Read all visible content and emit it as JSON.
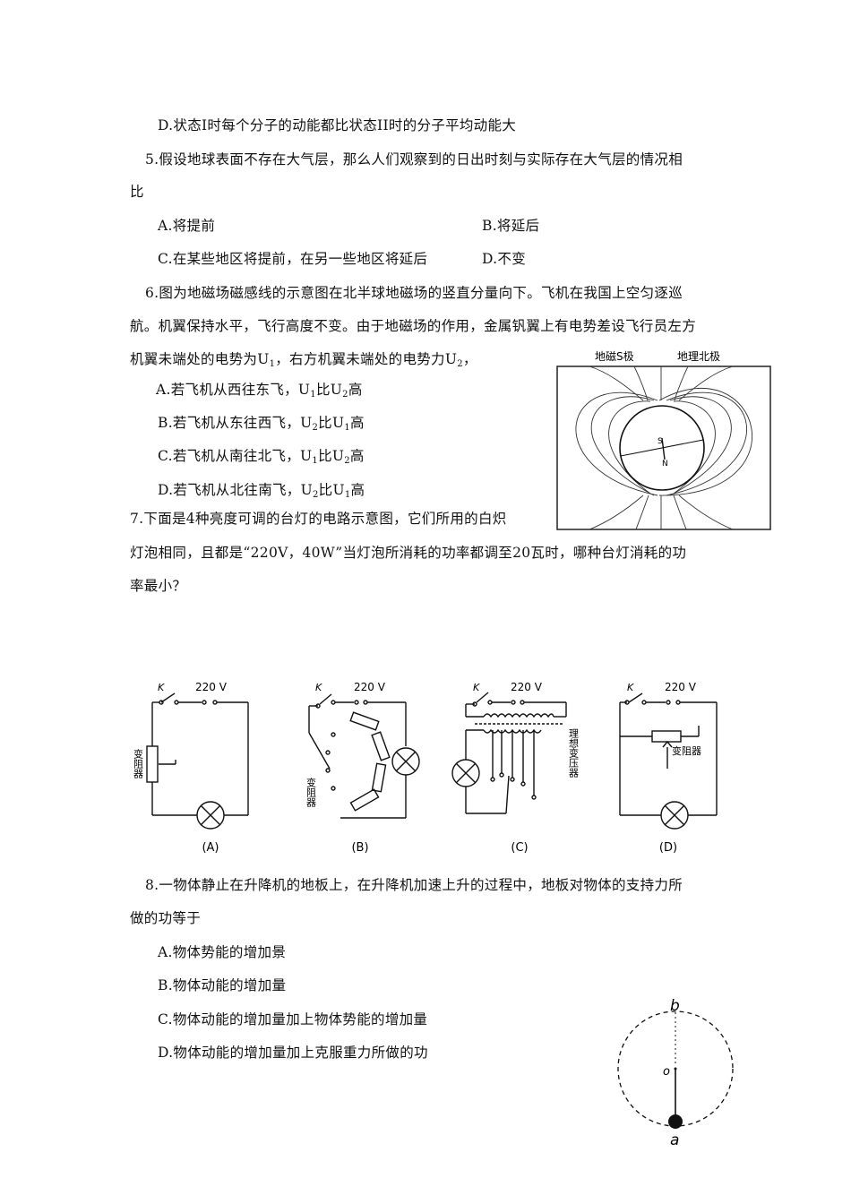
{
  "q4": {
    "optD": "D.状态I时每个分子的动能都比状态II时的分子平均动能大"
  },
  "q5": {
    "stem1": "5.假设地球表面不存在大气层，那么人们观察到的日出时刻与实际存在大气层的情况相",
    "stem2": "比",
    "optA": "A.将提前",
    "optB": "B.将延后",
    "optC": "C.在某些地区将提前，在另一些地区将延后",
    "optD": "D.不变"
  },
  "q6": {
    "stem1": "6.图为地磁场磁感线的示意图在北半球地磁场的竖直分量向下。飞机在我国上空匀逐巡",
    "stem2": "航。机翼保持水平，飞行高度不变。由于地磁场的作用，金属钒翼上有电势差设飞行员左方",
    "stem3a": "机翼未端处的电势为U",
    "stem3b": "1",
    "stem3c": "，右方机翼未端处的电势力U",
    "stem3d": "2",
    "stem3e": "，",
    "optA": [
      "A.若飞机从西往东飞，U",
      "1",
      "比U",
      "2",
      "高"
    ],
    "optB": [
      "B.若飞机从东往西飞，U",
      "2",
      "比U",
      "1",
      "高"
    ],
    "optC": [
      "C.若飞机从南往北飞，U",
      "1",
      "比U",
      "2",
      "高"
    ],
    "optD": [
      "D.若飞机从北往南飞，U",
      "2",
      "比U",
      "1",
      "高"
    ],
    "fig_label_left": "地磁S极",
    "fig_label_right": "地理北极",
    "fig_s": "S",
    "fig_n": "N"
  },
  "q7": {
    "stem1": "7.下面是4种亮度可调的台灯的电路示意图，它们所用的白炽",
    "stem2": "灯泡相同，且都是“220V，40W”当灯泡所消耗的功率都调至20瓦时，哪种台灯消耗的功",
    "stem3": "率最小？",
    "switch": "K",
    "voltage": "220 V",
    "rheostat_v": "变阻器",
    "transformer": "理想变压器",
    "rheostat_h": "变阻器",
    "capA": "(A)",
    "capB": "(B)",
    "capC": "(C)",
    "capD": "(D)"
  },
  "q8": {
    "stem1": "8.一物体静止在升降机的地板上，在升降机加速上升的过程中，地板对物体的支持力所",
    "stem2": "做的功等于",
    "optA": "A.物体势能的增加景",
    "optB": "B.物体动能的增加量",
    "optC": "C.物体动能的增加量加上物体势能的增加量",
    "optD": "D.物体动能的增加量加上克服重力所做的功",
    "fig_b": "b",
    "fig_o": "o",
    "fig_a": "a"
  }
}
